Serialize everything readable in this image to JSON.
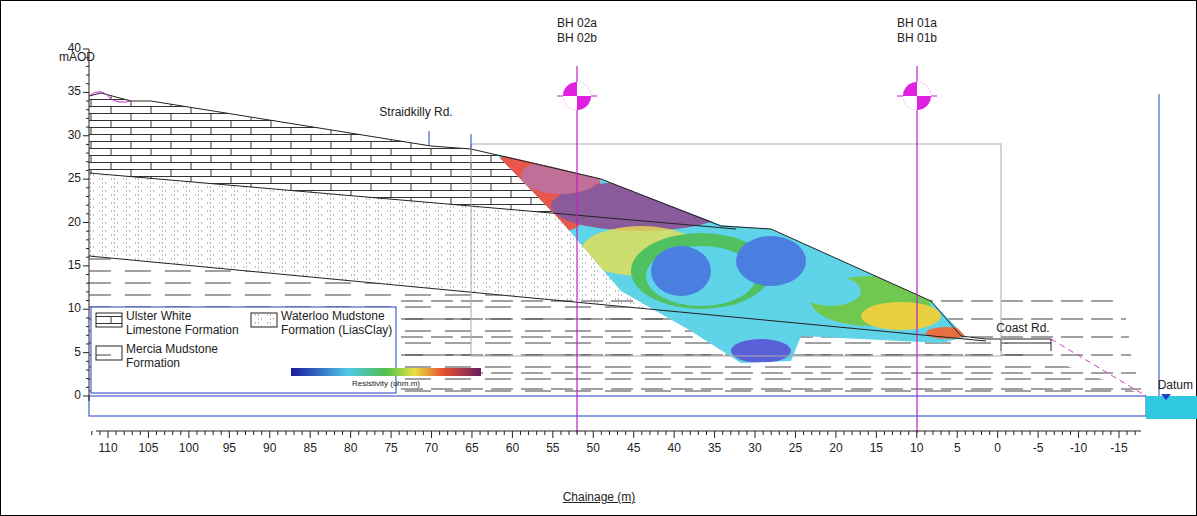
{
  "diagram": {
    "labels": [
      "mAOD",
      "40",
      "35",
      "30",
      "25",
      "20",
      "15",
      "10",
      "5",
      "0",
      "BH 02a",
      "BH 02b",
      "BH 01a",
      "BH 01b",
      "Straidkilly Rd.",
      "Coast Rd.",
      "Datum",
      "110",
      "105",
      "100",
      "95",
      "90",
      "85",
      "80",
      "75",
      "70",
      "65",
      "60",
      "55",
      "50",
      "45",
      "40",
      "35",
      "30",
      "25",
      "20",
      "15",
      "10",
      "5",
      "0",
      "-5",
      "-10",
      "-15",
      "Chainage (m)",
      "Resistivity (ohm.m)"
    ],
    "legend": [
      {
        "text": "Ulster White Limestone Formation"
      },
      {
        "text": "Waterloo Mudstone Formation (LiasClay)"
      },
      {
        "text": "Mercia Mudstone Formation"
      }
    ]
  }
}
